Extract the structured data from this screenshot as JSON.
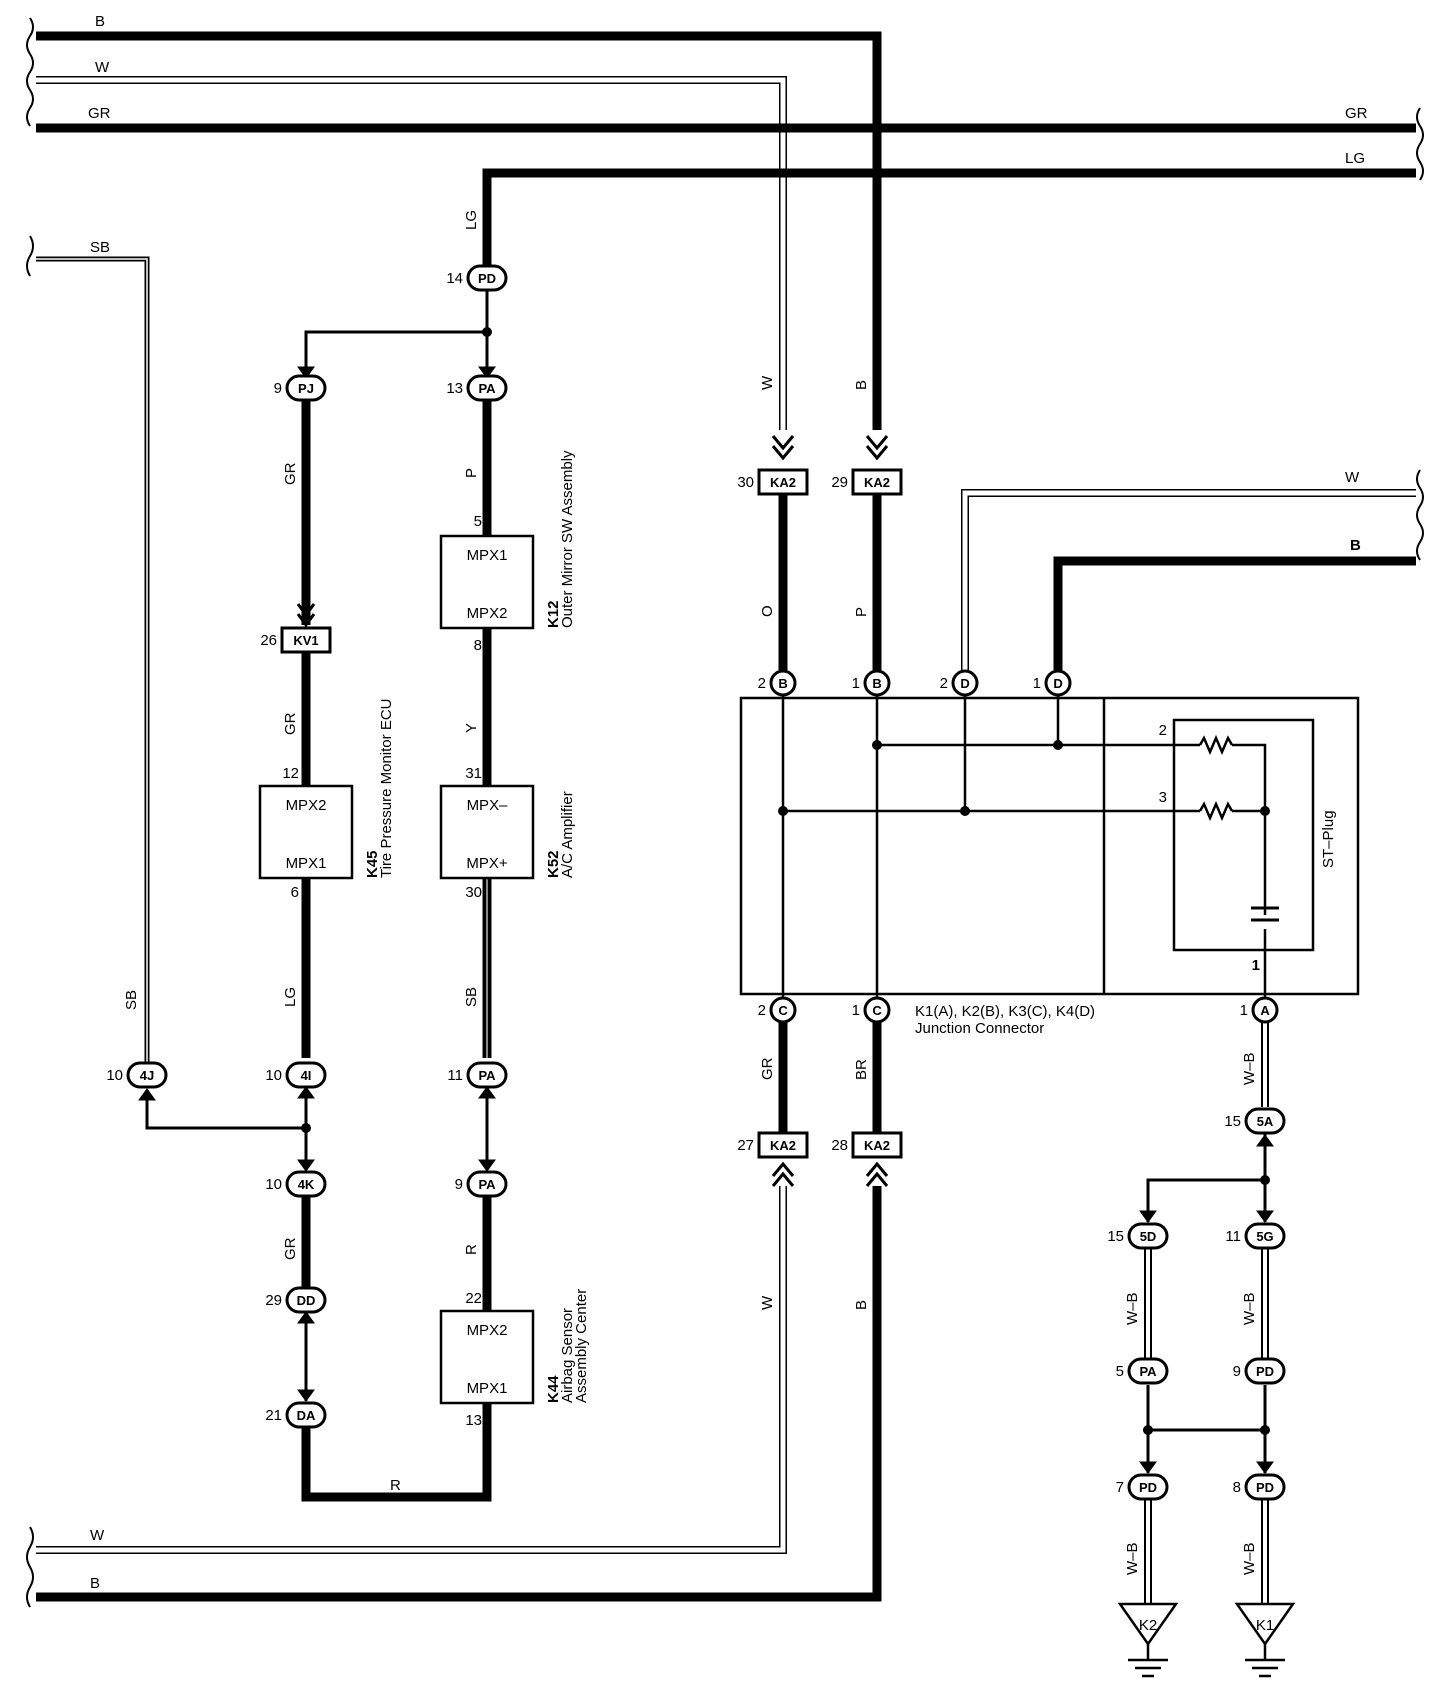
{
  "wires": {
    "top_b": "B",
    "top_w": "W",
    "top_gr_left": "GR",
    "top_gr_right": "GR",
    "top_lg_right": "LG",
    "sb_top": "SB",
    "lg_vert": "LG",
    "gr_pj": "GR",
    "p_pa": "P",
    "w_vert": "W",
    "b_vert": "B",
    "o_vert": "O",
    "p_vert": "P",
    "w_right": "W",
    "b_right": "B",
    "gr_kv1": "GR",
    "y_vert": "Y",
    "sb_vert": "SB",
    "lg_low": "LG",
    "sb_low": "SB",
    "gr_junction": "GR",
    "br_junction": "BR",
    "wb_a": "W–B",
    "gr_4k": "GR",
    "r_pa": "R",
    "w_low": "W",
    "b_low": "B",
    "wb_5d": "W–B",
    "wb_5g": "W–B",
    "r_bottom": "R",
    "bot_w": "W",
    "bot_b": "B",
    "wb_7": "W–B",
    "wb_8": "W–B"
  },
  "pins": {
    "n14": "14",
    "n9": "9",
    "n13": "13",
    "n30": "30",
    "n29": "29",
    "n5": "5",
    "n26": "26",
    "n8": "8",
    "n2b": "2",
    "n1b": "1",
    "n2d": "2",
    "n1d": "1",
    "n2i": "2",
    "n3i": "3",
    "n12": "12",
    "n31": "31",
    "n6": "6",
    "n30b": "30",
    "n1s": "1",
    "n2c": "2",
    "n1c": "1",
    "n1a": "1",
    "n10j": "10",
    "n10i": "10",
    "n11": "11",
    "n27": "27",
    "n28": "28",
    "n15a": "15",
    "n10k": "10",
    "n9pa": "9",
    "n15d": "15",
    "n11g": "11",
    "n29dd": "29",
    "n22": "22",
    "n5pa": "5",
    "n9pd": "9",
    "n21": "21",
    "n13b": "13",
    "n7": "7",
    "n8pd": "8"
  },
  "connectors": {
    "pd14": "PD",
    "pj": "PJ",
    "pa13": "PA",
    "ka2_30": "KA2",
    "ka2_29": "KA2",
    "kv1": "KV1",
    "b2": "B",
    "b1": "B",
    "d2": "D",
    "d1": "D",
    "c2": "C",
    "c1": "C",
    "a1": "A",
    "j4": "4J",
    "i4": "4I",
    "pa11": "PA",
    "ka2_27": "KA2",
    "ka2_28": "KA2",
    "a5": "5A",
    "k4": "4K",
    "pa9": "PA",
    "d5": "5D",
    "g5": "5G",
    "dd": "DD",
    "pa5": "PA",
    "pd9": "PD",
    "da": "DA",
    "pd7": "PD",
    "pd8": "PD"
  },
  "components": {
    "k12": {
      "mpx1": "MPX1",
      "mpx2": "MPX2",
      "code": "K12",
      "name": "Outer Mirror SW Assembly"
    },
    "k45": {
      "mpx2": "MPX2",
      "mpx1": "MPX1",
      "code": "K45",
      "name": "Tire Pressure Monitor ECU"
    },
    "k52": {
      "mpxm": "MPX–",
      "mpxp": "MPX+",
      "code": "K52",
      "name": "A/C Amplifier"
    },
    "k44": {
      "mpx2": "MPX2",
      "mpx1": "MPX1",
      "code": "K44",
      "name1": "Airbag Sensor",
      "name2": "Assembly Center"
    },
    "junction": {
      "line1": "K1(A), K2(B), K3(C), K4(D)",
      "line2": "Junction Connector",
      "stplug": "ST–Plug"
    },
    "grounds": {
      "k2": "K2",
      "k1": "K1"
    }
  }
}
